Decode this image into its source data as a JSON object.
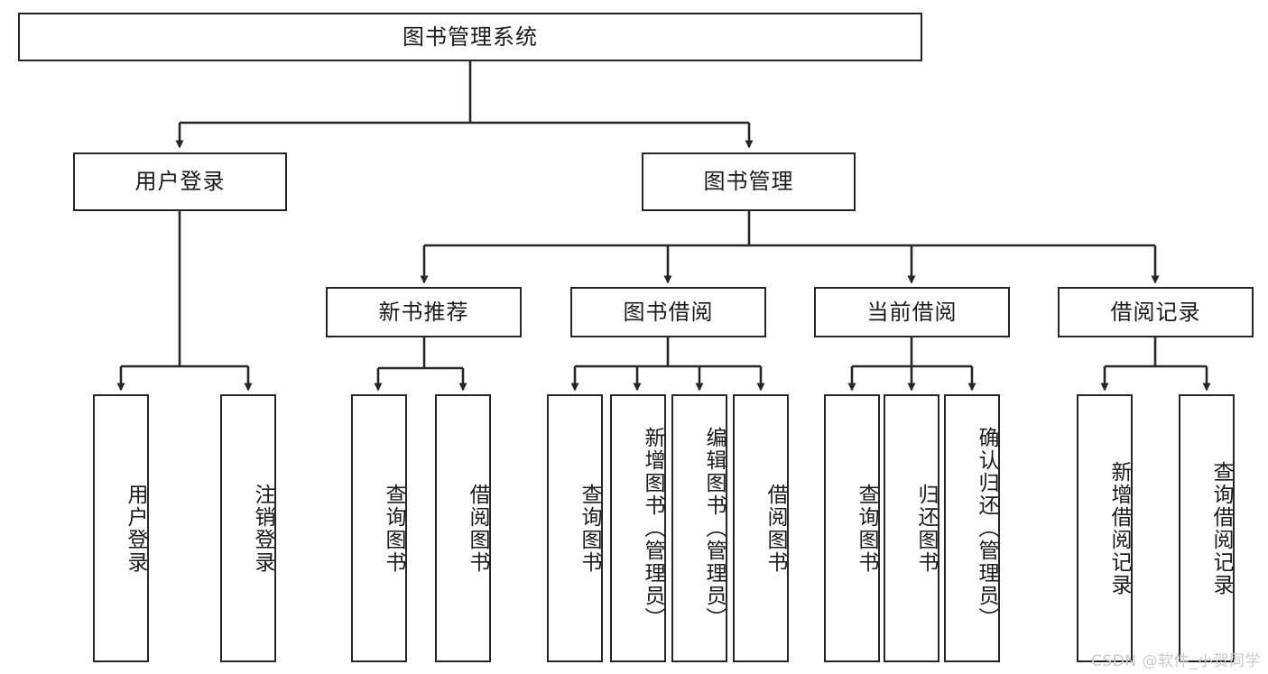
{
  "diagram": {
    "title": "图书管理系统",
    "type": "tree-hierarchy-chart",
    "watermark": "CSDN @软件_小贺同学",
    "colors": {
      "background": "#ffffff",
      "node_border": "#262626",
      "node_fill": "#ffffff",
      "connector": "#262626",
      "text": "#1a1a1a",
      "watermark": "#c9c9c9"
    },
    "root": {
      "label": "图书管理系统"
    },
    "level2": [
      {
        "label": "用户登录"
      },
      {
        "label": "图书管理"
      }
    ],
    "level3": [
      {
        "label": "新书推荐"
      },
      {
        "label": "图书借阅"
      },
      {
        "label": "当前借阅"
      },
      {
        "label": "借阅记录"
      }
    ],
    "leaves": {
      "user_login": [
        {
          "label": "用户登录"
        },
        {
          "label": "注销登录"
        }
      ],
      "new_book_recommend": [
        {
          "label": "查询图书"
        },
        {
          "label": "借阅图书"
        }
      ],
      "book_borrow": [
        {
          "label": "查询图书"
        },
        {
          "label": "新增图书（管理员）"
        },
        {
          "label": "编辑图书（管理员）"
        },
        {
          "label": "借阅图书"
        }
      ],
      "current_borrow": [
        {
          "label": "查询图书"
        },
        {
          "label": "归还图书"
        },
        {
          "label": "确认归还（管理员）"
        }
      ],
      "borrow_record": [
        {
          "label": "新增借阅记录"
        },
        {
          "label": "查询借阅记录"
        }
      ]
    }
  }
}
